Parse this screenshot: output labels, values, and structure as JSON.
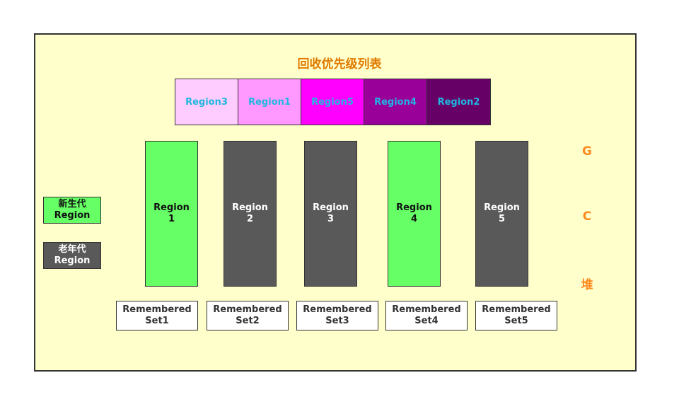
{
  "title": "回收优先级列表",
  "priority_list": [
    {
      "label": "Region3",
      "color": "#ffccff"
    },
    {
      "label": "Region1",
      "color": "#ff99ff"
    },
    {
      "label": "Region5",
      "color": "#ff00ff"
    },
    {
      "label": "Region4",
      "color": "#990099"
    },
    {
      "label": "Region2",
      "color": "#660066"
    }
  ],
  "regions": [
    {
      "line1": "Region",
      "line2": "1",
      "type": "young"
    },
    {
      "line1": "Region",
      "line2": "2",
      "type": "old"
    },
    {
      "line1": "Region",
      "line2": "3",
      "type": "old"
    },
    {
      "line1": "Region",
      "line2": "4",
      "type": "young"
    },
    {
      "line1": "Region",
      "line2": "5",
      "type": "old"
    }
  ],
  "remembered_sets": [
    "Remembered Set1",
    "Remembered Set2",
    "Remembered Set3",
    "Remembered Set4",
    "Remembered Set5"
  ],
  "legend": {
    "young": {
      "line1": "新生代",
      "line2": "Region"
    },
    "old": {
      "line1": "老年代",
      "line2": "Region"
    }
  },
  "side_label": [
    "G",
    "C",
    "堆"
  ],
  "colors": {
    "heap_bg": "#ffffcc",
    "young": "#66ff66",
    "old": "#595959",
    "title": "#e07b00",
    "priority_text": "#1fb8e0",
    "side_label": "#ff8a1f"
  }
}
